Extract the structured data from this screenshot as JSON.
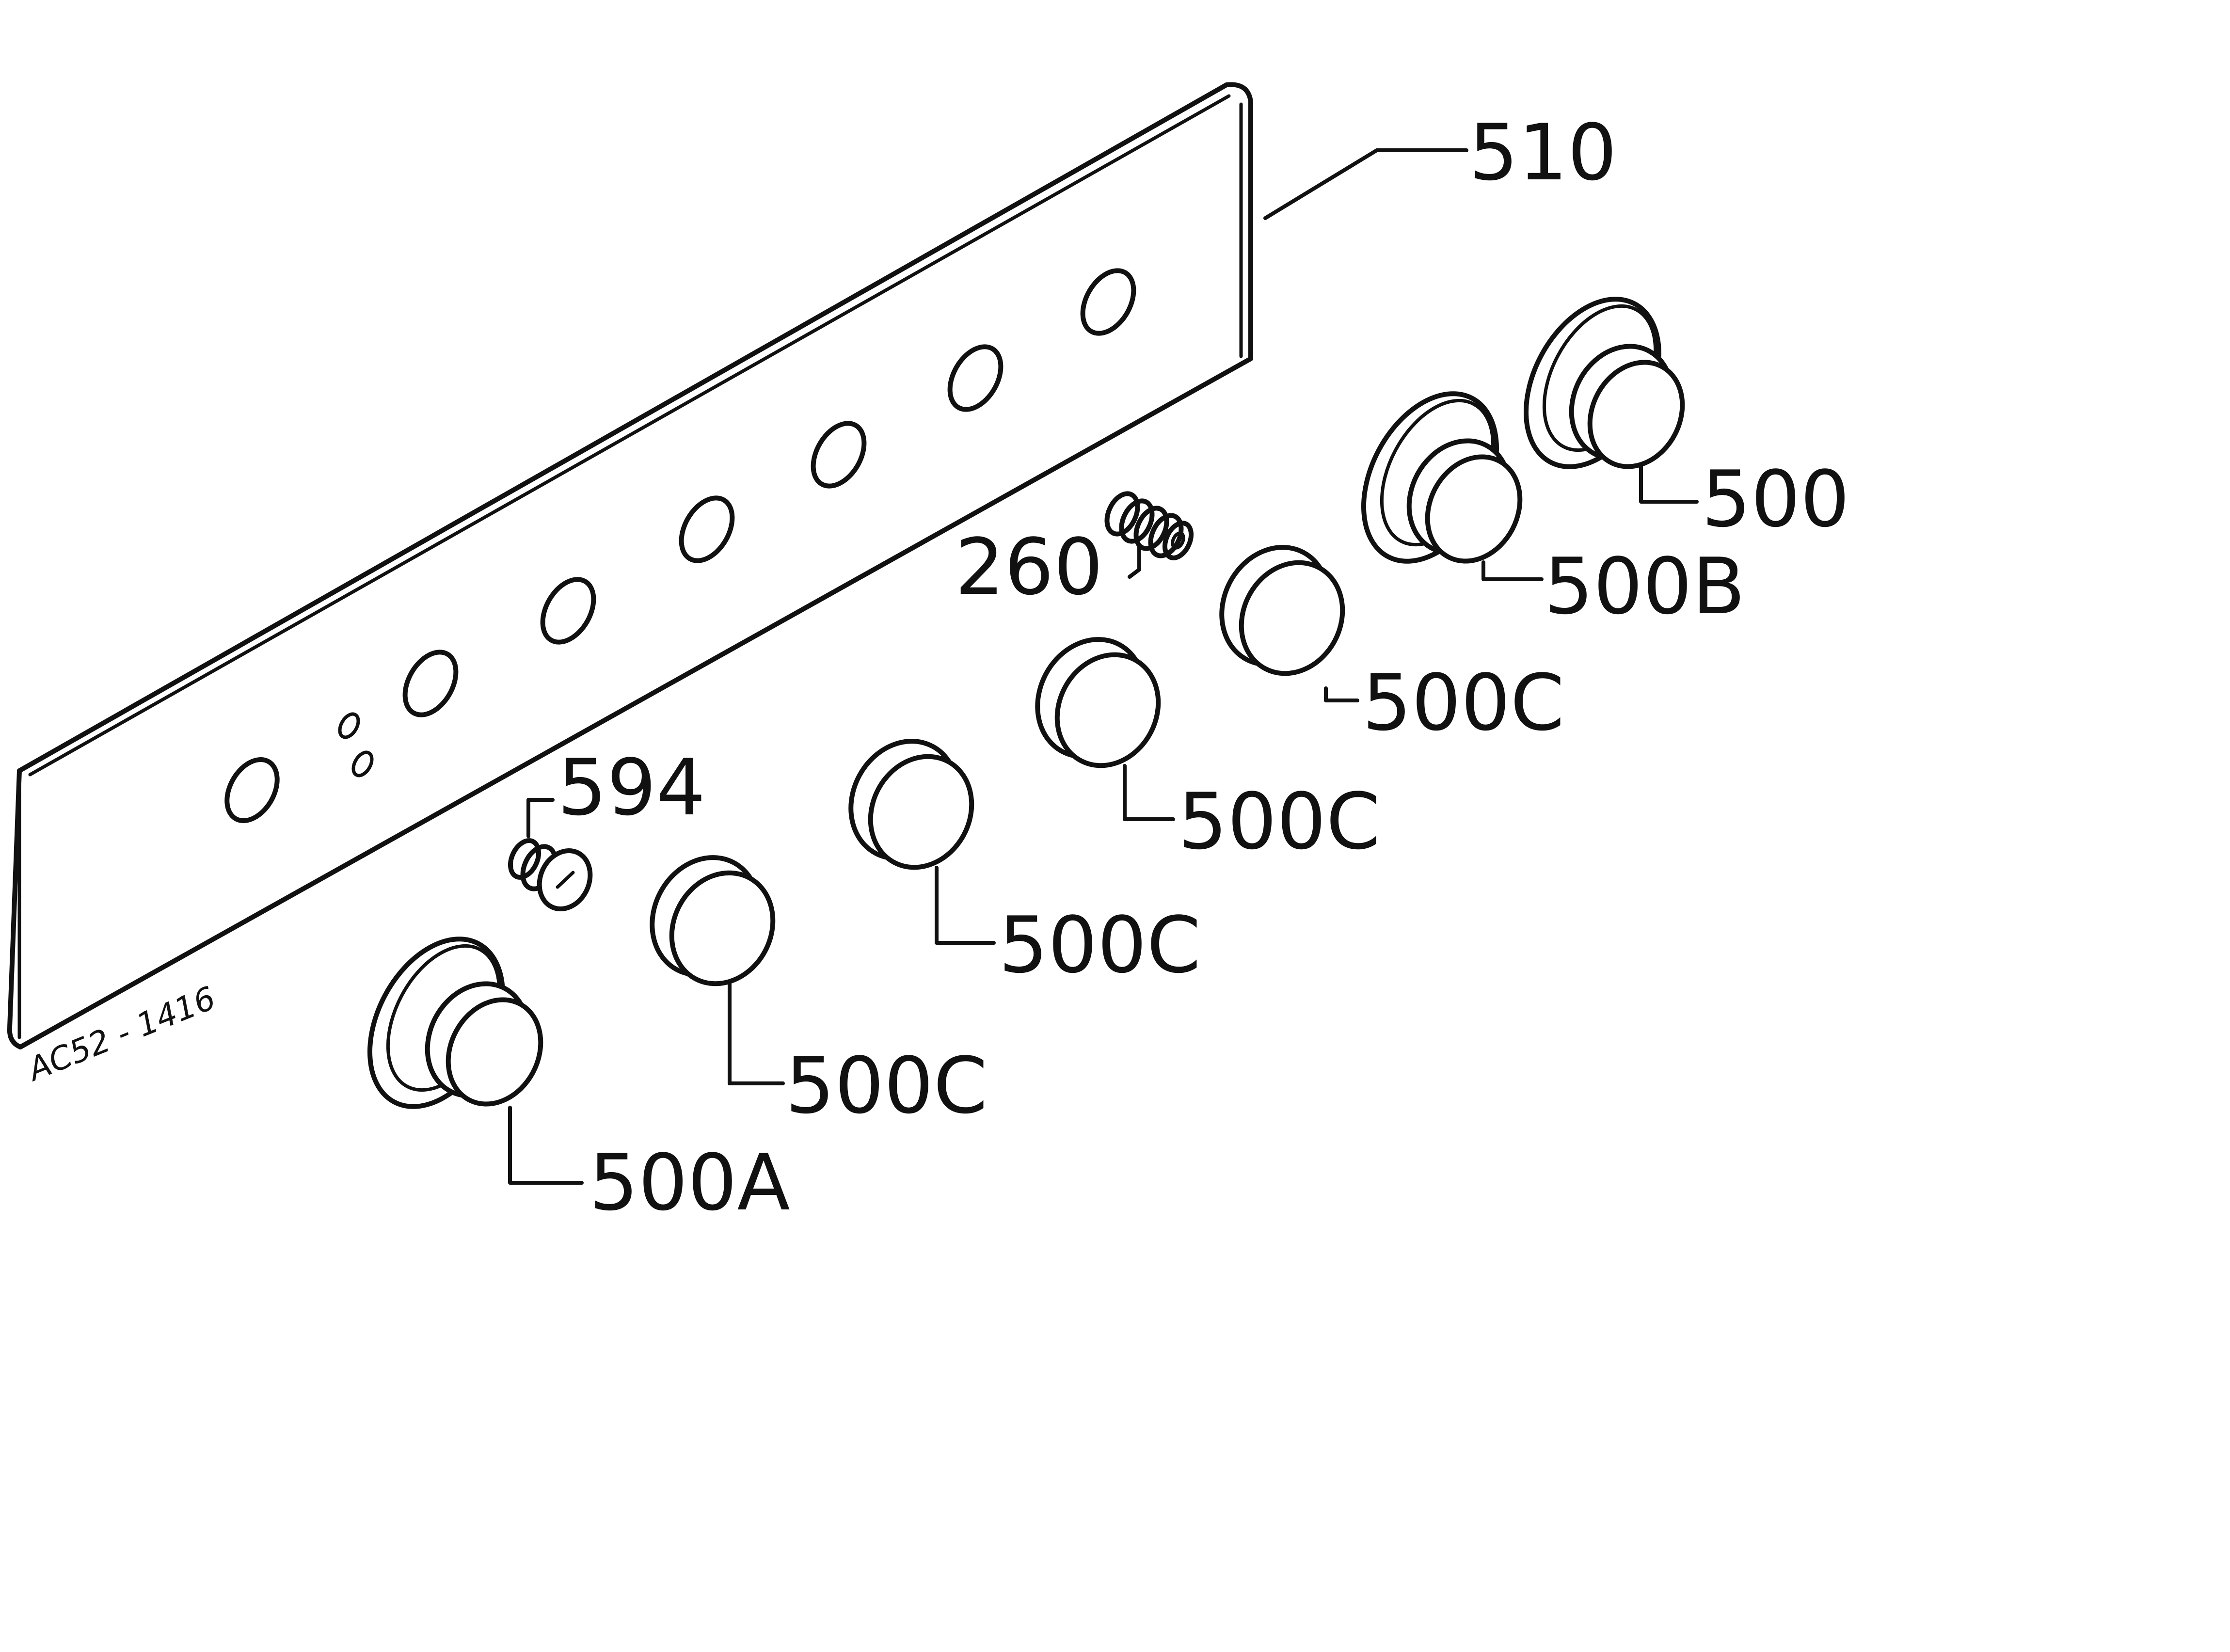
{
  "drawing_number": "AC52 - 1416",
  "callouts": {
    "panel": "510",
    "knob_right": "500",
    "knob_b": "500B",
    "spring": "260",
    "knob_c1": "500C",
    "knob_c2": "500C",
    "knob_c3": "500C",
    "knob_c4": "500C",
    "screw": "594",
    "knob_a": "500A"
  }
}
